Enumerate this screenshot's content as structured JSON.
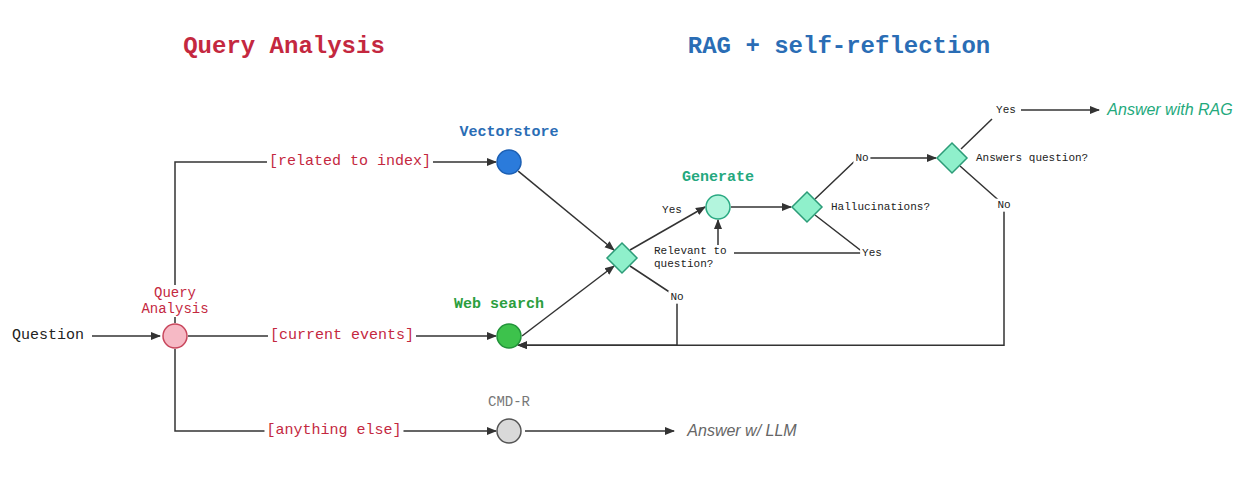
{
  "diagram": {
    "nodes": [
      {
        "text": [
          "Query Analysis"
        ]
      },
      {
        "text": [
          "Vectorstore"
        ]
      },
      {
        "text": [
          "Web search"
        ]
      },
      {
        "text": [
          "CMD-R"
        ]
      },
      {
        "text": [
          "Relevant to question?"
        ]
      },
      {
        "text": [
          "Generate"
        ]
      },
      {
        "text": [
          "Hallucinations?"
        ]
      },
      {
        "text": [
          "Answers question?"
        ]
      }
    ],
    "edges": [
      {
        "from": 0,
        "to": 1,
        "arrow": "to",
        "label": "[related to index]"
      },
      {
        "from": 0,
        "to": 2,
        "arrow": "to",
        "label": "[current events]"
      },
      {
        "from": 0,
        "to": 3,
        "arrow": "to",
        "label": "[anything else]"
      },
      {
        "from": 1,
        "to": 4,
        "arrow": "to"
      },
      {
        "from": 2,
        "to": 4,
        "arrow": "to"
      },
      {
        "from": 4,
        "to": 5,
        "arrow": "to",
        "label": "Yes"
      },
      {
        "from": 4,
        "to": 2,
        "arrow": "to",
        "label": "No"
      },
      {
        "from": 5,
        "to": 6,
        "arrow": "to"
      },
      {
        "from": 6,
        "to": 7,
        "arrow": "to",
        "label": "No"
      },
      {
        "from": 6,
        "to": 5,
        "arrow": "to",
        "label": "Yes"
      },
      {
        "from": 7,
        "to": 2,
        "arrow": "to",
        "label": "No"
      }
    ],
    "labels": [
      "Query Analysis",
      "RAG + self-reflection",
      "Question",
      "Yes",
      "Answer with RAG",
      "Answer w/ LLM"
    ]
  }
}
